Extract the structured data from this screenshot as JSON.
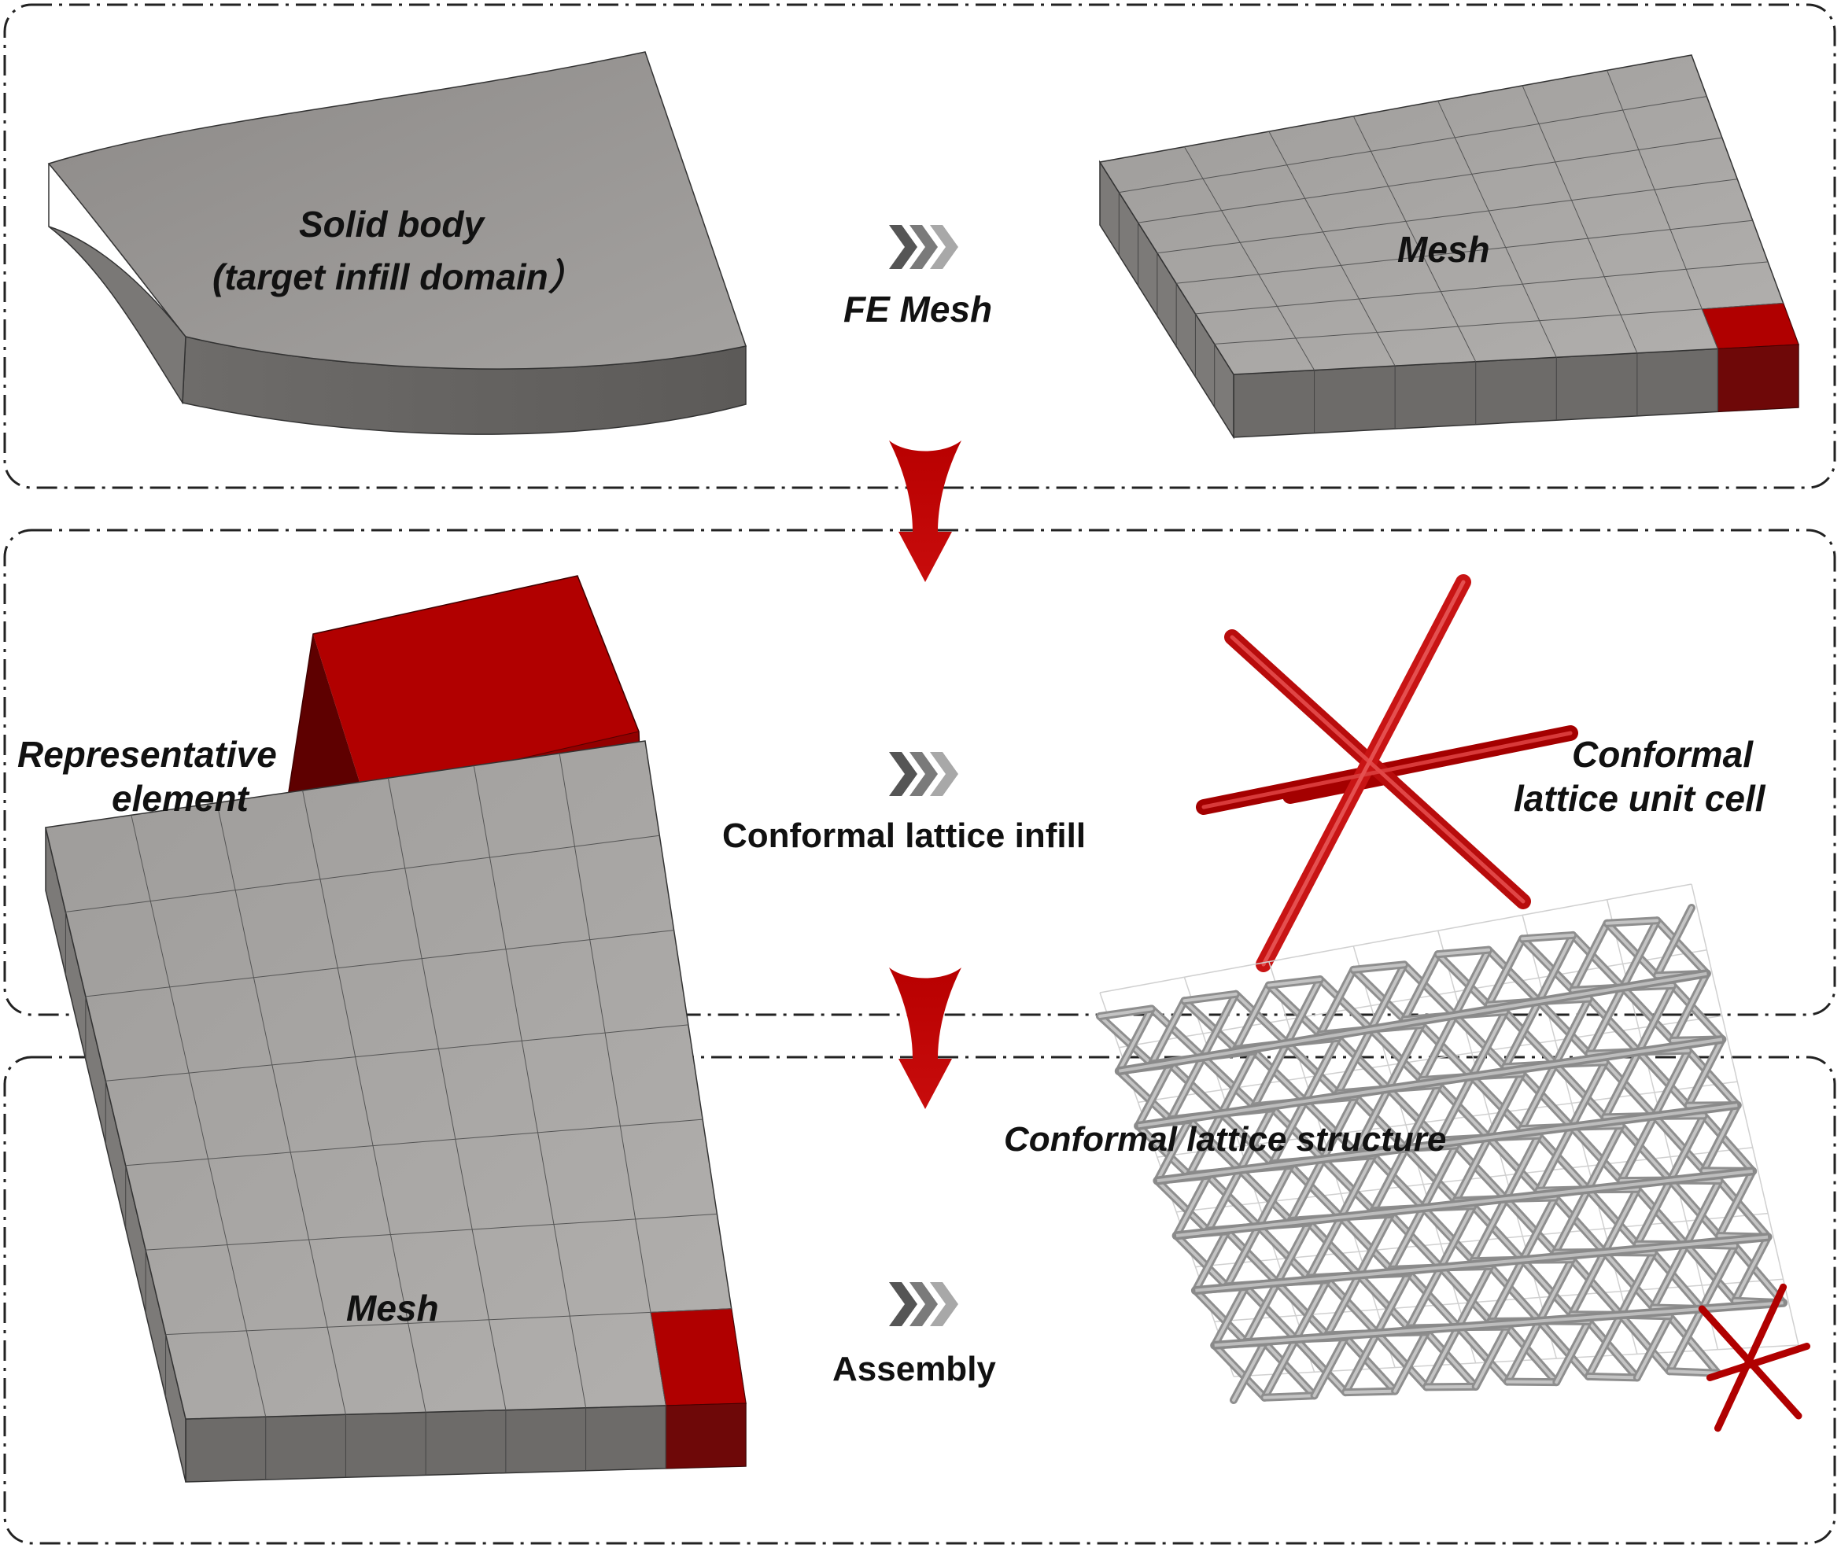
{
  "panels": {
    "top": {
      "solid_label_line1": "Solid body",
      "solid_label_line2": "(target infill domain）",
      "arrow_label": "FE Mesh",
      "mesh_label": "Mesh"
    },
    "middle": {
      "element_label_line1": "Representative",
      "element_label_line2": "element",
      "arrow_label": "Conformal lattice infill",
      "cell_label_line1": "Conformal",
      "cell_label_line2": "lattice unit cell"
    },
    "bottom": {
      "mesh_label": "Mesh",
      "arrow_label": "Assembly",
      "structure_label": "Conformal lattice structure"
    }
  },
  "colors": {
    "accent_red": "#b00000",
    "solid_gray": "#8f8c8a",
    "lattice_gray": "#a6a6a6",
    "frame": "#222222"
  }
}
